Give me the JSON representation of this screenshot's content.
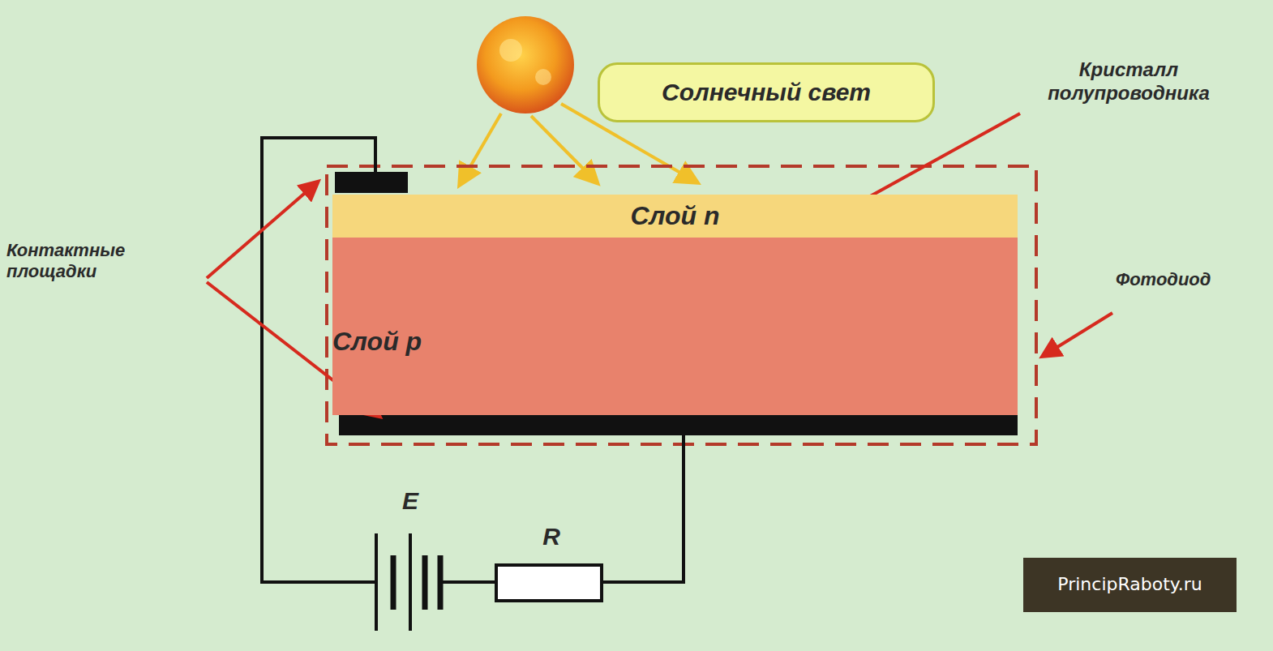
{
  "diagram": {
    "nodes": [
      {
        "text": [
          "Солнечный свет"
        ]
      },
      {
        "text": [
          "Слой n"
        ]
      },
      {
        "text": [
          "Слой p"
        ]
      }
    ],
    "labels": [
      "Кристалл полупроводника",
      "Контактные площадки",
      "Фотодиод",
      "E",
      "R",
      "PrincipRaboty.ru"
    ]
  }
}
